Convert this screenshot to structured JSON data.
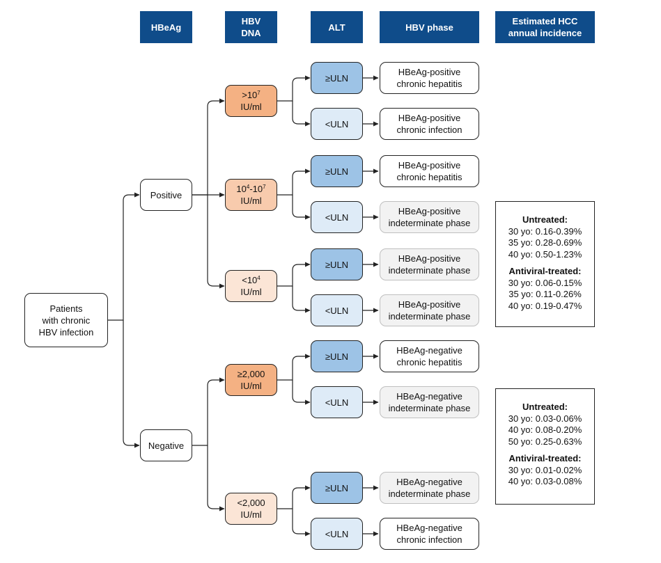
{
  "headers": {
    "hbeag": "HBeAg",
    "hbv_dna": "HBV\nDNA",
    "alt": "ALT",
    "phase": "HBV phase",
    "hcc": "Estimated HCC\nannual incidence"
  },
  "root": {
    "line1": "Patients",
    "line2": "with chronic",
    "line3": "HBV infection"
  },
  "hbeag": {
    "positive": "Positive",
    "negative": "Negative"
  },
  "dna": {
    "pos_high": {
      "pre": ">10",
      "sup": "7",
      "unit": "IU/ml"
    },
    "pos_mid": {
      "a": "10",
      "a_sup": "4",
      "dash": "-10",
      "b_sup": "7",
      "unit": "IU/ml"
    },
    "pos_low": {
      "pre": "<10",
      "sup": "4",
      "unit": "IU/ml"
    },
    "neg_high": {
      "value": "≥2,000",
      "unit": "IU/ml"
    },
    "neg_low": {
      "value": "<2,000",
      "unit": "IU/ml"
    }
  },
  "alt": {
    "high": "≥ULN",
    "low": "<ULN"
  },
  "phases": {
    "p1": [
      "HBeAg-positive",
      "chronic hepatitis"
    ],
    "p2": [
      "HBeAg-positive",
      "chronic infection"
    ],
    "p3": [
      "HBeAg-positive",
      "chronic hepatitis"
    ],
    "p4": [
      "HBeAg-positive",
      "indeterminate phase"
    ],
    "p5": [
      "HBeAg-positive",
      "indeterminate phase"
    ],
    "p6": [
      "HBeAg-positive",
      "indeterminate phase"
    ],
    "p7": [
      "HBeAg-negative",
      "chronic hepatitis"
    ],
    "p8": [
      "HBeAg-negative",
      "indeterminate phase"
    ],
    "p9": [
      "HBeAg-negative",
      "indeterminate phase"
    ],
    "p10": [
      "HBeAg-negative",
      "chronic infection"
    ]
  },
  "incidence_positive": {
    "untreated_title": "Untreated:",
    "untreated": [
      "30 yo: 0.16-0.39%",
      "35 yo: 0.28-0.69%",
      "40 yo: 0.50-1.23%"
    ],
    "treated_title": "Antiviral-treated:",
    "treated": [
      "30 yo: 0.06-0.15%",
      "35 yo: 0.11-0.26%",
      "40 yo: 0.19-0.47%"
    ]
  },
  "incidence_negative": {
    "untreated_title": "Untreated:",
    "untreated": [
      "30 yo: 0.03-0.06%",
      "40 yo: 0.08-0.20%",
      "50 yo: 0.25-0.63%"
    ],
    "treated_title": "Antiviral-treated:",
    "treated": [
      "30 yo: 0.01-0.02%",
      "40 yo: 0.03-0.08%"
    ]
  }
}
